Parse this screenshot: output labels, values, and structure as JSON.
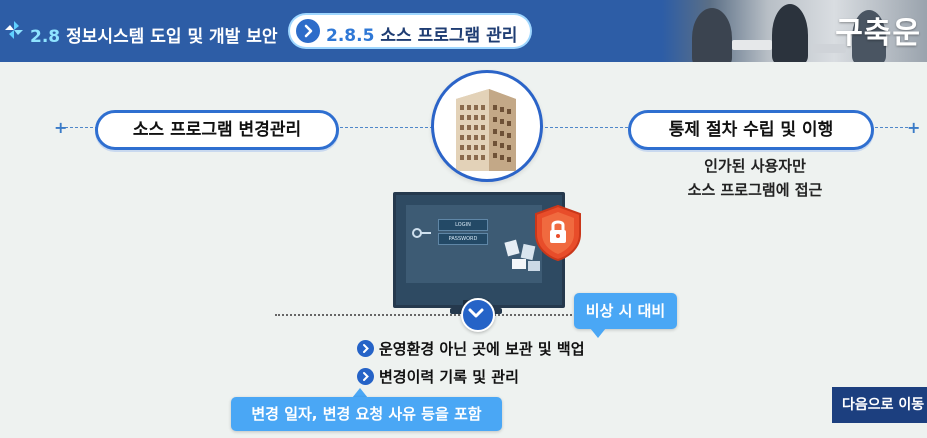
{
  "header": {
    "section_number": "2.8",
    "section_title": "정보시스템 도입 및 개발 보안",
    "subsection_number": "2.8.5",
    "subsection_title": "소스 프로그램 관리",
    "brand_text": "구축운"
  },
  "diagram": {
    "left_label": "소스 프로그램 변경관리",
    "right_label": "통제 절차 수립 및 이행",
    "right_note_line1": "인가된 사용자만",
    "right_note_line2": "소스 프로그램에 접근",
    "login_label": "LOGIN",
    "password_label": "PASSWORD"
  },
  "callouts": {
    "emergency": "비상 시 대비",
    "details": "변경 일자, 변경 요청 사유 등을 포함"
  },
  "bullets": [
    {
      "text": "운영환경 아닌 곳에 보관 및 백업"
    },
    {
      "text": "변경이력 기록 및 관리"
    }
  ],
  "nav": {
    "next_label": "다음으로 이동"
  },
  "colors": {
    "header_bg": "#2d5da6",
    "accent_blue": "#2f6fd0",
    "callout_blue": "#4aa7f5",
    "next_button": "#1c3f7f"
  }
}
